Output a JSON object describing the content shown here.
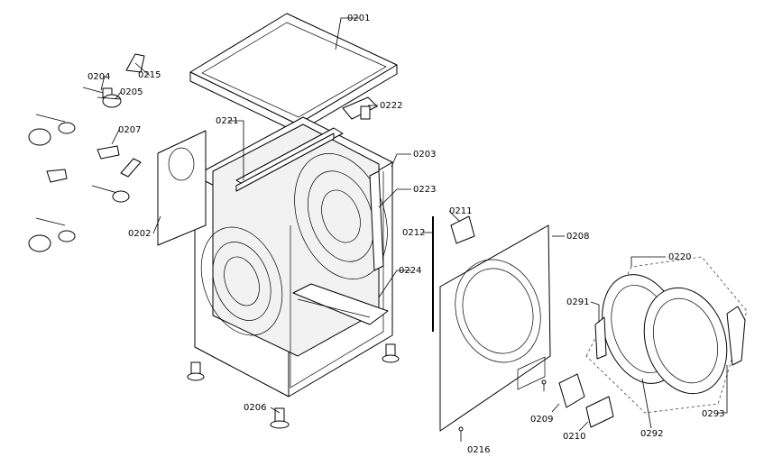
{
  "diagram": {
    "callouts": {
      "c0201": "0201",
      "c0202": "0202",
      "c0203": "0203",
      "c0204": "0204",
      "c0205": "0205",
      "c0206": "0206",
      "c0207": "0207",
      "c0208": "0208",
      "c0209": "0209",
      "c0210": "0210",
      "c0211": "0211",
      "c0212": "0212",
      "c0215": "0215",
      "c0216": "0216",
      "c0220": "0220",
      "c0221": "0221",
      "c0222": "0222",
      "c0223": "0223",
      "c0224": "0224",
      "c0291": "0291",
      "c0292": "0292",
      "c0293": "0293"
    }
  }
}
